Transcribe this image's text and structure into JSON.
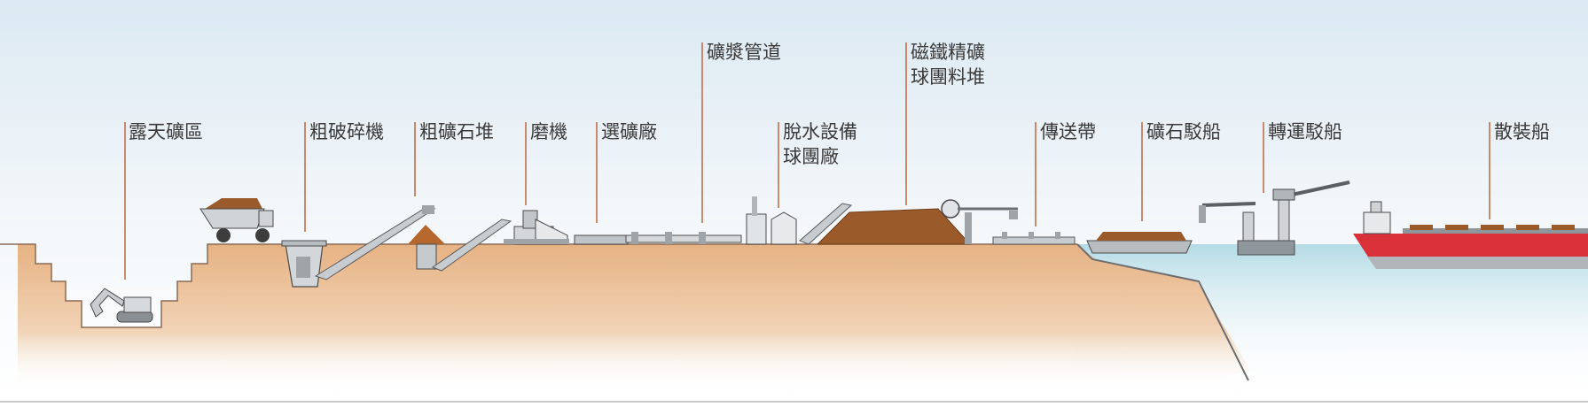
{
  "stages": [
    {
      "id": "open-pit",
      "text": "露天礦區"
    },
    {
      "id": "crusher",
      "text": "粗破碎機"
    },
    {
      "id": "coarse-ore-pile",
      "text": "粗礦石堆"
    },
    {
      "id": "grinding-mill",
      "text": "磨機"
    },
    {
      "id": "concentrator",
      "text": "選礦廠"
    },
    {
      "id": "slurry-pipeline",
      "text": "礦漿管道"
    },
    {
      "id": "dewatering",
      "line1": "脫水設備",
      "line2": "球團廠"
    },
    {
      "id": "pellet-stockpile",
      "line1": "磁鐵精礦",
      "line2": "球團料堆"
    },
    {
      "id": "conveyor",
      "text": "傳送帶"
    },
    {
      "id": "ore-barge",
      "text": "礦石駁船"
    },
    {
      "id": "transfer-barge",
      "text": "轉運駁船"
    },
    {
      "id": "bulk-carrier",
      "text": "散裝船"
    }
  ],
  "colors": {
    "sky_top": "#dce9f2",
    "ground": "#e8b88a",
    "sea": "#b7dde6",
    "leader_line": "#c0704a",
    "ore_pile": "#9a5a2a",
    "ship_hull": "#d9303a",
    "machinery": "#a9b0b6"
  },
  "icons": [
    "excavator-icon",
    "haul-truck-icon",
    "crusher-icon",
    "mill-icon",
    "stacker-reclaimer-icon",
    "ship-loader-crane-icon"
  ]
}
